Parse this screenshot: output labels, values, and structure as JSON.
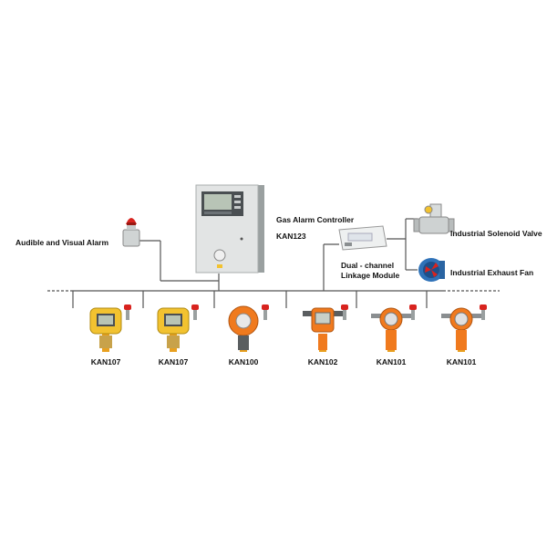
{
  "controller": {
    "title": "Gas Alarm Controller",
    "model": "KAN123"
  },
  "audible_alarm": {
    "label": "Audible and Visual Alarm"
  },
  "linkage_module": {
    "label_line1": "Dual - channel",
    "label_line2": "Linkage Module"
  },
  "solenoid_valve": {
    "label": "Industrial Solenoid Valve"
  },
  "exhaust_fan": {
    "label": "Industrial Exhaust Fan"
  },
  "detectors": [
    {
      "model": "KAN107",
      "color": "#f2c230"
    },
    {
      "model": "KAN107",
      "color": "#f2c230"
    },
    {
      "model": "KAN100",
      "color": "#f07a1e"
    },
    {
      "model": "KAN102",
      "color": "#f07a1e"
    },
    {
      "model": "KAN101",
      "color": "#f07a1e"
    },
    {
      "model": "KAN101",
      "color": "#f07a1e"
    }
  ],
  "colors": {
    "wire": "#555555",
    "panel": "#e4e6e6",
    "alarm_red": "#d8231e",
    "fan_blue": "#2f72b8"
  }
}
